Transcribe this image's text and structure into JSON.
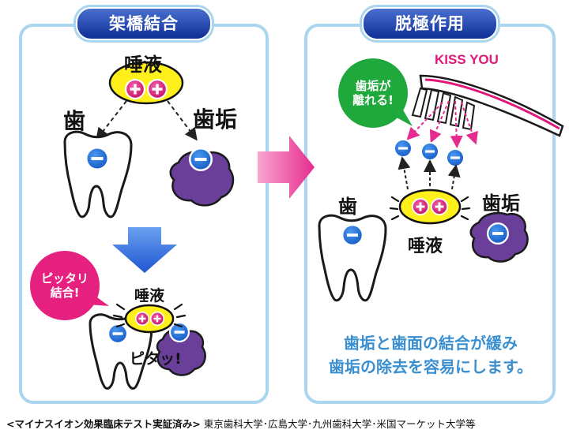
{
  "left_panel": {
    "title": "架橋結合",
    "saliva_label": "唾液",
    "tooth_label": "歯",
    "plaque_label": "歯垢",
    "bubble_line1": "ピッタリ",
    "bubble_line2": "結合!",
    "saliva_label_2": "唾液",
    "stick_label": "ピタッ!"
  },
  "right_panel": {
    "title": "脱極作用",
    "brand": "KISS YOU",
    "bubble_line1": "歯垢が",
    "bubble_line2": "離れる!",
    "tooth_label": "歯",
    "plaque_label": "歯垢",
    "saliva_label": "唾液",
    "caption_line1": "歯垢と歯面の結合が緩み",
    "caption_line2": "歯垢の除去を容易にします。"
  },
  "footer": {
    "bold_text": "<マイナスイオン効果臨床テスト実証済み>",
    "rest_text": "東京歯科大学･広島大学･九州歯科大学･米国マーケット大学等"
  },
  "colors": {
    "panel_border": "#a9d6ee",
    "tab_blue": "#0e2f96",
    "minus_blue": "#1e6fd6",
    "plus_magenta": "#e6207f",
    "saliva_yellow": "#ffef1a",
    "plaque_purple": "#6a3f9a",
    "arrow_pink": "#f04ea0",
    "arrow_blue": "#2a6be0",
    "bubble_green": "#1fa83c",
    "caption_blue": "#3a8fd1"
  }
}
